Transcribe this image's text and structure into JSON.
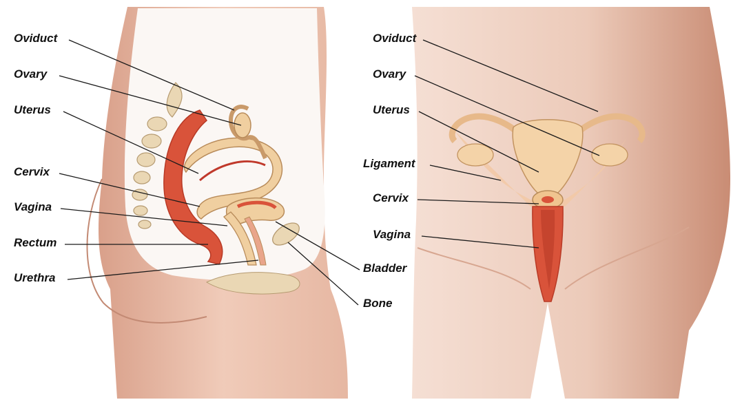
{
  "colors": {
    "skin_light": "#f3d9cc",
    "skin_mid": "#e2b09a",
    "skin_dark": "#c98a72",
    "muscle": "#d9533a",
    "muscle_dark": "#b83a26",
    "tissue": "#f0cfa0",
    "tissue_light": "#f8e3c1",
    "bone": "#ead7b4",
    "leader_line": "#1a1a1a"
  },
  "left_panel": {
    "name": "sagittal-section-view",
    "labels": [
      {
        "id": "oviduct",
        "text": "Oviduct"
      },
      {
        "id": "ovary",
        "text": "Ovary"
      },
      {
        "id": "uterus",
        "text": "Uterus"
      },
      {
        "id": "cervix",
        "text": "Cervix"
      },
      {
        "id": "vagina",
        "text": "Vagina"
      },
      {
        "id": "rectum",
        "text": "Rectum"
      },
      {
        "id": "urethra",
        "text": "Urethra"
      },
      {
        "id": "bladder",
        "text": "Bladder"
      },
      {
        "id": "bone",
        "text": "Bone"
      }
    ]
  },
  "right_panel": {
    "name": "frontal-view",
    "labels": [
      {
        "id": "oviduct",
        "text": "Oviduct"
      },
      {
        "id": "ovary",
        "text": "Ovary"
      },
      {
        "id": "uterus",
        "text": "Uterus"
      },
      {
        "id": "ligament",
        "text": "Ligament"
      },
      {
        "id": "cervix",
        "text": "Cervix"
      },
      {
        "id": "vagina",
        "text": "Vagina"
      }
    ]
  }
}
